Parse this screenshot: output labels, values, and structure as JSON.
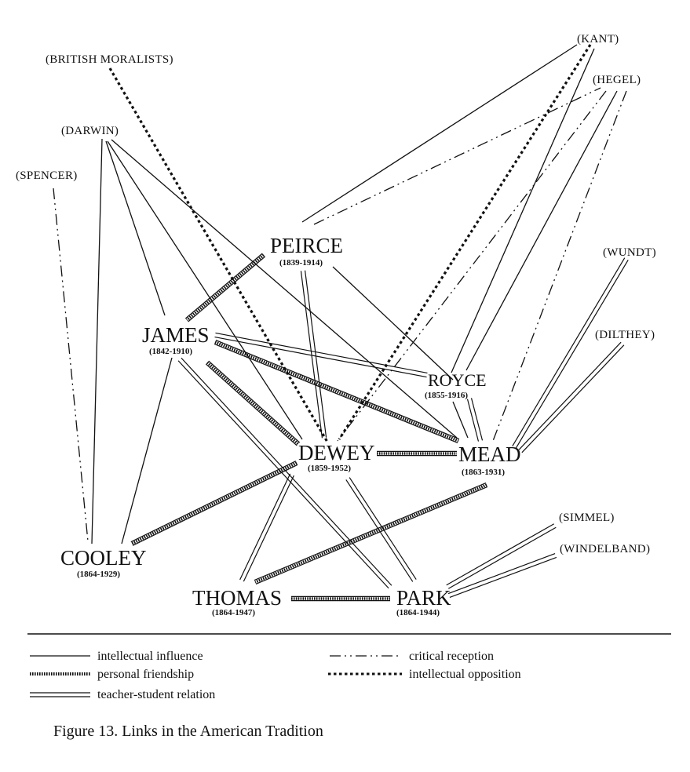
{
  "nodes": {
    "british_moralists": "(BRITISH MORALISTS)",
    "darwin": "(DARWIN)",
    "spencer": "(SPENCER)",
    "kant": "(KANT)",
    "hegel": "(HEGEL)",
    "wundt": "(WUNDT)",
    "dilthey": "(DILTHEY)",
    "simmel": "(SIMMEL)",
    "windelband": "(WINDELBAND)",
    "peirce": {
      "name": "PEIRCE",
      "dates": "(1839-1914)"
    },
    "james": {
      "name": "JAMES",
      "dates": "(1842-1910)"
    },
    "royce": {
      "name": "ROYCE",
      "dates": "(1855-1916)"
    },
    "dewey": {
      "name": "DEWEY",
      "dates": "(1859-1952)"
    },
    "mead": {
      "name": "MEAD",
      "dates": "(1863-1931)"
    },
    "cooley": {
      "name": "COOLEY",
      "dates": "(1864-1929)"
    },
    "thomas": {
      "name": "THOMAS",
      "dates": "(1864-1947)"
    },
    "park": {
      "name": "PARK",
      "dates": "(1864-1944)"
    }
  },
  "legend": {
    "influence": "intellectual influence",
    "friendship": "personal friendship",
    "teacher": "teacher-student relation",
    "critical": "critical reception",
    "opposition": "intellectual opposition"
  },
  "caption": "Figure 13.  Links in the American Tradition"
}
